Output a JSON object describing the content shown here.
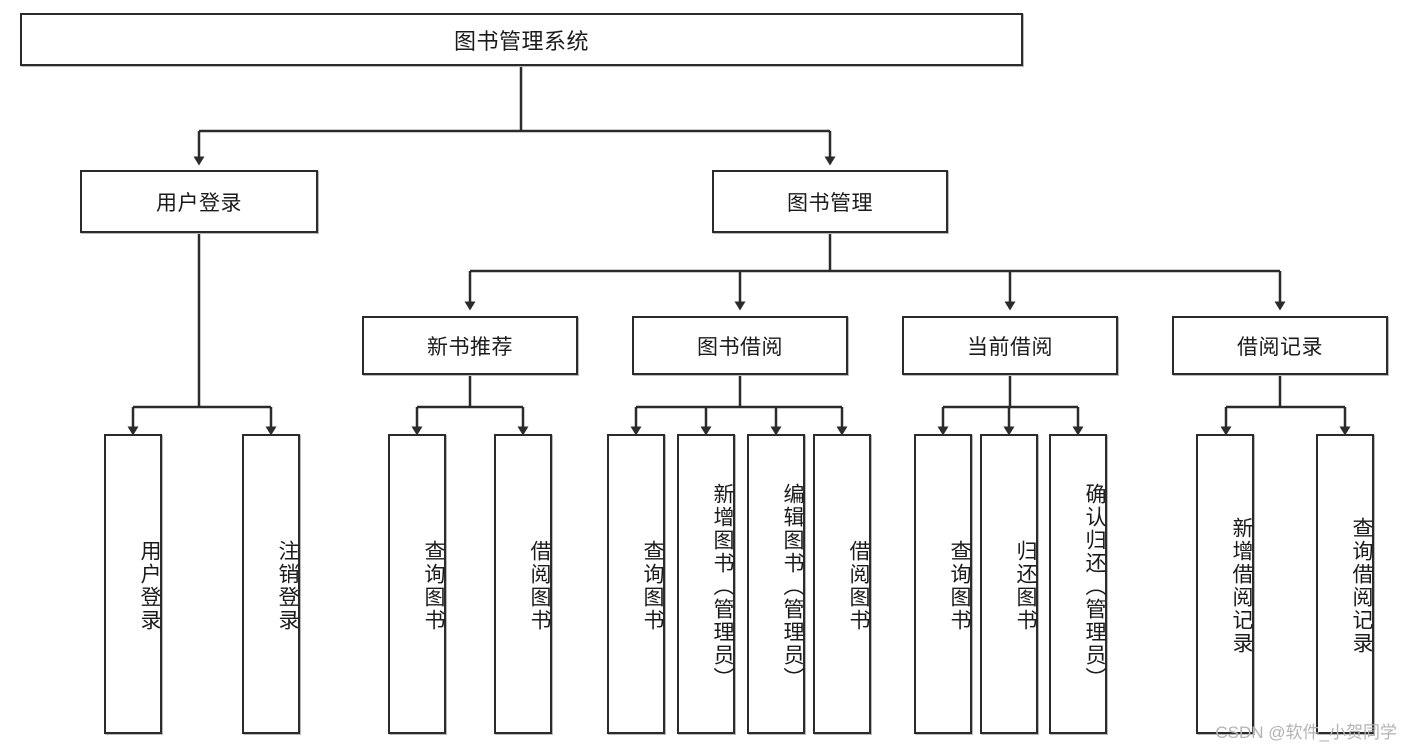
{
  "diagram": {
    "type": "tree-hierarchy",
    "title": "图书管理系统",
    "watermark": "CSDN @软件_小贺同学",
    "colors": {
      "box_border": "#2b2b2b",
      "box_fill": "#ffffff",
      "edge": "#2b2b2b",
      "text": "#1b1b1b",
      "watermark": "#b3b3b3"
    },
    "levels": {
      "root": {
        "label": "图书管理系统"
      },
      "level2": [
        {
          "label": "用户登录"
        },
        {
          "label": "图书管理"
        }
      ],
      "level3": [
        {
          "label": "新书推荐"
        },
        {
          "label": "图书借阅"
        },
        {
          "label": "当前借阅"
        },
        {
          "label": "借阅记录"
        }
      ],
      "leaves": {
        "user_login": [
          {
            "label": "用户登录"
          },
          {
            "label": "注销登录"
          }
        ],
        "new_book_recommend": [
          {
            "label": "查询图书"
          },
          {
            "label": "借阅图书"
          }
        ],
        "book_borrow": [
          {
            "label": "查询图书"
          },
          {
            "label": "新增图书（管理员）"
          },
          {
            "label": "编辑图书（管理员）"
          },
          {
            "label": "借阅图书"
          }
        ],
        "current_borrow": [
          {
            "label": "查询图书"
          },
          {
            "label": "归还图书"
          },
          {
            "label": "确认归还（管理员）"
          }
        ],
        "borrow_record": [
          {
            "label": "新增借阅记录"
          },
          {
            "label": "查询借阅记录"
          }
        ]
      }
    }
  }
}
